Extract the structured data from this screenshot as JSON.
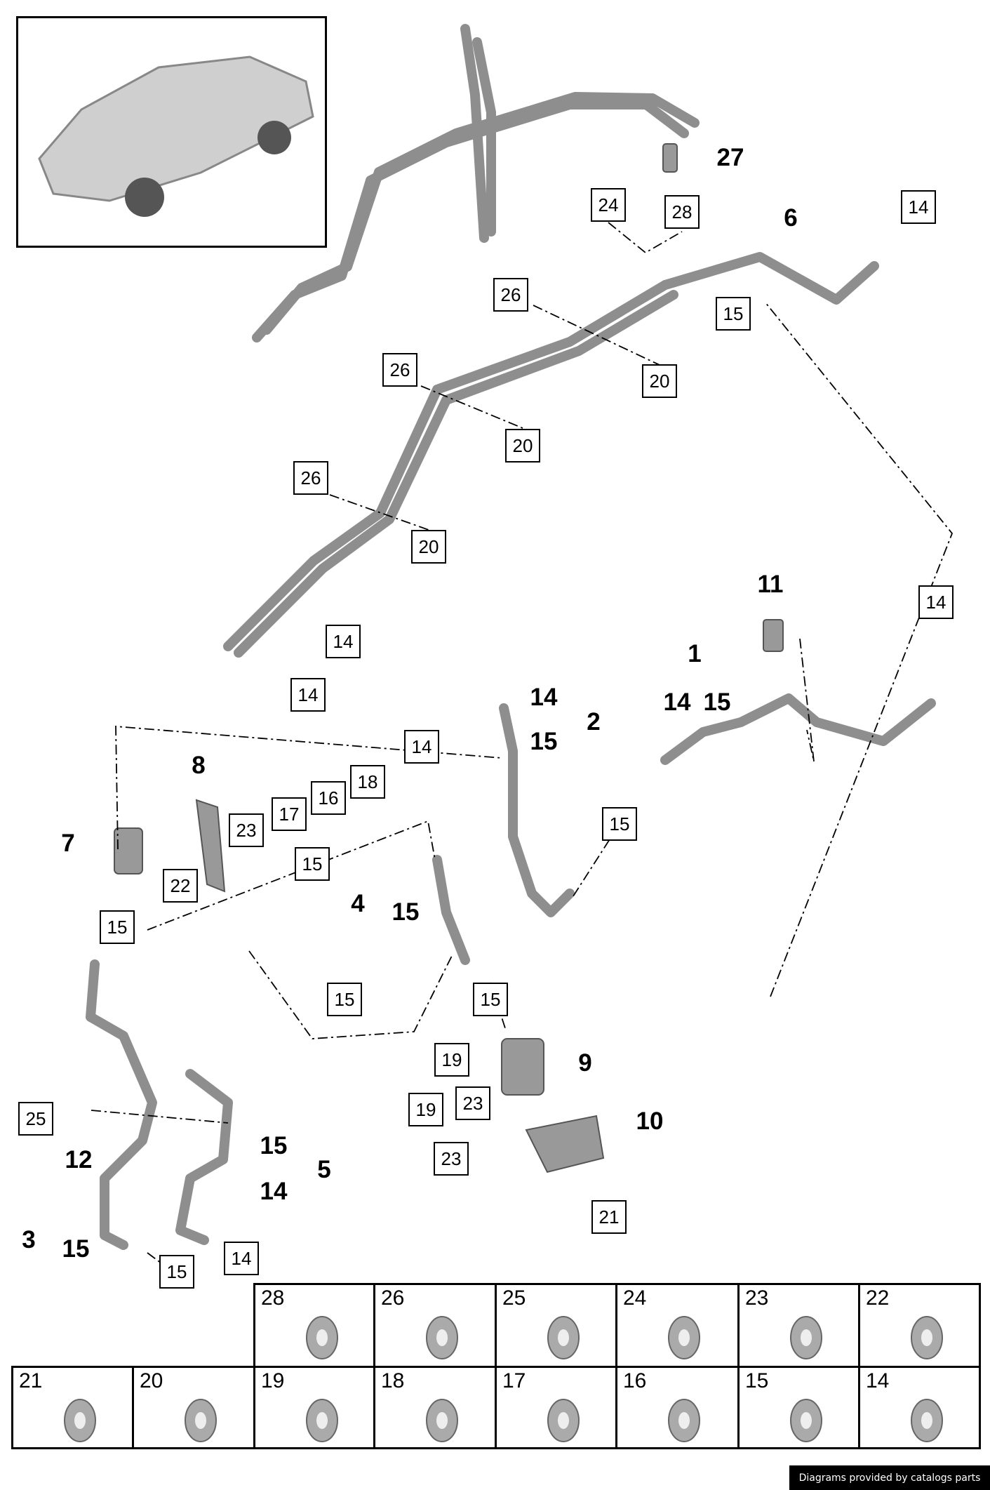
{
  "callouts": {
    "c27": "27",
    "c28": "28",
    "c24a": "24",
    "c6": "6",
    "c14a": "14",
    "c26a": "26",
    "c15a": "15",
    "c20a": "20",
    "c26b": "26",
    "c20b": "20",
    "c26c": "26",
    "c20c": "20",
    "c14b": "14",
    "c14c": "14",
    "c11": "11",
    "c14d": "14",
    "c1": "1",
    "c1_14": "14",
    "c1_15": "15",
    "c2_14": "14",
    "c2_15": "15",
    "c2": "2",
    "c14e": "14",
    "c8": "8",
    "c18": "18",
    "c16": "16",
    "c17": "17",
    "c23a": "23",
    "c7": "7",
    "c15b": "15",
    "c15c": "15",
    "c22": "22",
    "c4": "4",
    "c4_15": "15",
    "c15d": "15",
    "c15e": "15",
    "c15f": "15",
    "c9": "9",
    "c19a": "19",
    "c23b": "23",
    "c10": "10",
    "c19b": "19",
    "c23c": "23",
    "c25": "25",
    "c12": "12",
    "c5_15": "15",
    "c5_14": "14",
    "c5": "5",
    "c21": "21",
    "c3": "3",
    "c3_15": "15",
    "c15g": "15",
    "c14f": "14"
  },
  "legend": {
    "top": [
      "28",
      "26",
      "25",
      "24",
      "23",
      "22"
    ],
    "bottom": [
      "21",
      "20",
      "19",
      "18",
      "17",
      "16",
      "15",
      "14"
    ]
  },
  "footer": "Diagrams provided by catalogs parts",
  "colors": {
    "pipe": "#9a9a9a",
    "line": "#000000"
  }
}
